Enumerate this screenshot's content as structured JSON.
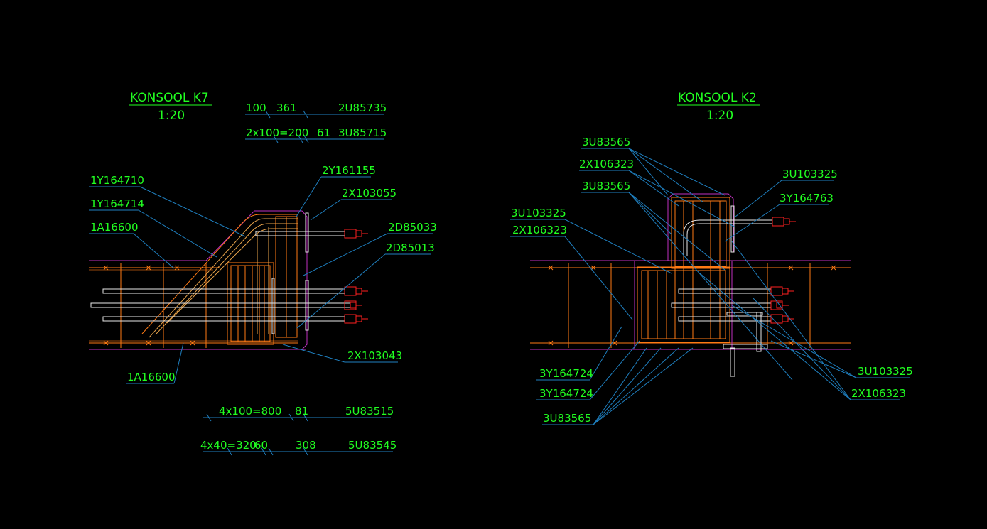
{
  "colors": {
    "background": "#000000",
    "text": "#21ff21",
    "leader": "#1f7fbf",
    "rebar": "#ff7a14",
    "rebar_light": "#e6a24a",
    "outline": "#c030c0",
    "bolt": "#ff2020",
    "plate": "#e8e8e8"
  },
  "k7": {
    "title": "KONSOOL K7",
    "scale": "1:20",
    "dim_top": {
      "row1": [
        "100",
        "361",
        "2U85735"
      ],
      "row2": [
        "2x100=200",
        "61",
        "3U85715"
      ]
    },
    "labels": {
      "y710": "1Y164710",
      "y714": "1Y164714",
      "a600_top": "1A16600",
      "y155": "2Y161155",
      "x055": "2X103055",
      "d033": "2D85033",
      "d013": "2D85013",
      "x043": "2X103043",
      "a600_bottom": "1A16600"
    },
    "dim_bottom": {
      "row1": [
        "4x100=800",
        "81",
        "5U83515"
      ],
      "row2": [
        "4x40=320",
        "60",
        "308",
        "5U83545"
      ]
    }
  },
  "k2": {
    "title": "KONSOOL K2",
    "scale": "1:20",
    "labels": {
      "u565_top": "3U83565",
      "x323_top": "2X106323",
      "u565_mid": "3U83565",
      "u325_left": "3U103325",
      "x323_left": "2X106323",
      "u325_right_top": "3U103325",
      "y763": "3Y164763",
      "y724_a": "3Y164724",
      "y724_b": "3Y164724",
      "u565_bottom": "3U83565",
      "u325_right_bottom": "3U103325",
      "x323_right_bottom": "2X106323"
    }
  }
}
